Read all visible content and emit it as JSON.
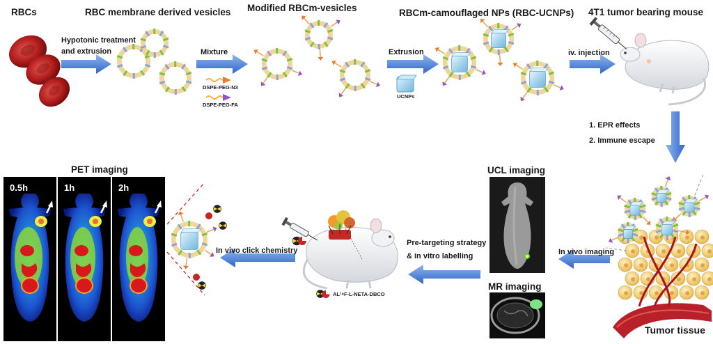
{
  "top": {
    "rbcs": "RBCs",
    "membrane_vesicles": "RBC membrane derived vesicles",
    "modified_vesicles": "Modified RBCm-vesicles",
    "camouflaged_nps": "RBCm-camouflaged NPs (RBC-UCNPs)",
    "mouse": "4T1 tumor bearing mouse"
  },
  "steps": {
    "hypotonic_1": "Hypotonic treatment",
    "hypotonic_2": "and extrusion",
    "mixture": "Mixture",
    "dspe_n3": "DSPE-PEG-N3",
    "dspe_fa": "DSPE-PEG-FA",
    "extrusion": "Extrusion",
    "ucnps": "UCNPs",
    "injection": "iv. injection",
    "epr": "1. EPR effects",
    "immune": "2. Immune escape",
    "in_vivo_imaging": "In vivo imaging",
    "pretarget_1": "Pre-targeting strategy",
    "pretarget_2": "& in vitro labelling",
    "click": "In vivo click chemistry",
    "reagent": "AL¹⁸F-L-NETA-DBCO"
  },
  "bottom": {
    "pet": "PET imaging",
    "ucl": "UCL imaging",
    "mr": "MR imaging",
    "tumor_tissue": "Tumor tissue",
    "time_points": [
      "0.5h",
      "1h",
      "2h"
    ]
  },
  "colors": {
    "arrow": "#3a78d8",
    "rbc": "#b41e1e",
    "vesicle_ring": "#f2d59a",
    "vesicle_green": "#7cc242",
    "vesicle_blue": "#8aa4d6",
    "ucnp": "#9ad4ee",
    "n3_ligand": "#ee7b2d",
    "fa_ligand": "#8e55c9",
    "cell": "#f1c96a",
    "vessel": "#b8202a",
    "pet_hot": "#d7191c",
    "pet_mid": "#8bd53a",
    "pet_cool": "#1d3fbf"
  }
}
